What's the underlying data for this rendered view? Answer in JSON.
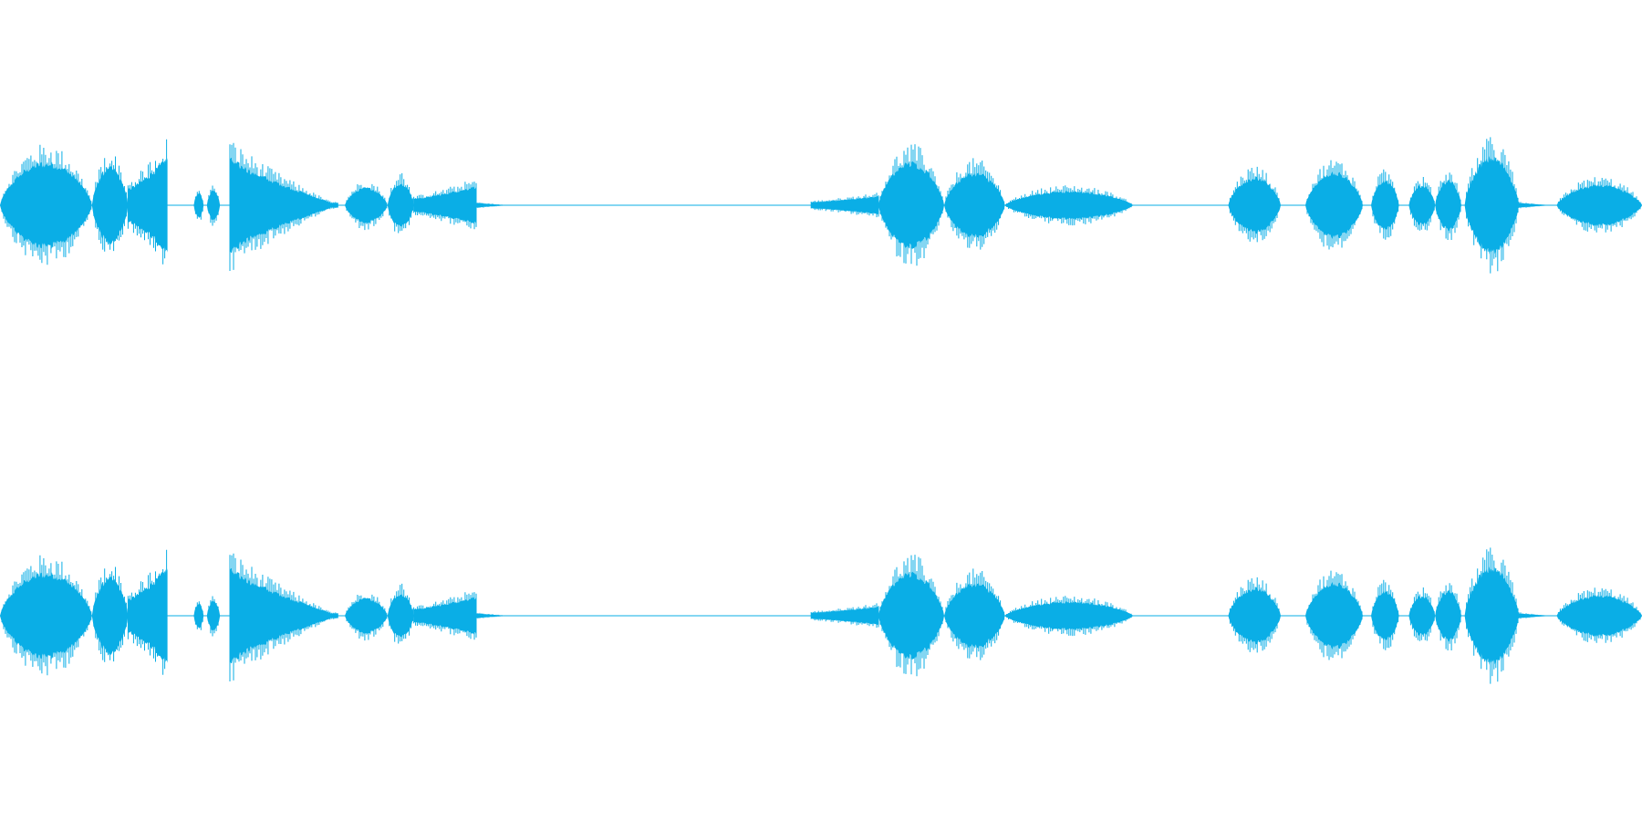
{
  "waveform": {
    "color": "#0aaee6",
    "background": "#ffffff",
    "channels": [
      {
        "id": "left"
      },
      {
        "id": "right"
      }
    ],
    "segments": [
      {
        "start": 0.0,
        "end": 0.056,
        "amp": 0.85,
        "shape": "bell"
      },
      {
        "start": 0.056,
        "end": 0.078,
        "amp": 0.75,
        "shape": "bell"
      },
      {
        "start": 0.078,
        "end": 0.102,
        "amp": 0.95,
        "shape": "rise"
      },
      {
        "start": 0.118,
        "end": 0.124,
        "amp": 0.25,
        "shape": "bell"
      },
      {
        "start": 0.126,
        "end": 0.134,
        "amp": 0.3,
        "shape": "bell"
      },
      {
        "start": 0.14,
        "end": 0.206,
        "amp": 0.95,
        "shape": "decay"
      },
      {
        "start": 0.21,
        "end": 0.236,
        "amp": 0.35,
        "shape": "bell"
      },
      {
        "start": 0.236,
        "end": 0.252,
        "amp": 0.45,
        "shape": "bell"
      },
      {
        "start": 0.252,
        "end": 0.29,
        "amp": 0.38,
        "shape": "rise"
      },
      {
        "start": 0.29,
        "end": 0.31,
        "amp": 0.05,
        "shape": "decay"
      },
      {
        "start": 0.494,
        "end": 0.535,
        "amp": 0.18,
        "shape": "rise"
      },
      {
        "start": 0.535,
        "end": 0.575,
        "amp": 0.85,
        "shape": "bell"
      },
      {
        "start": 0.575,
        "end": 0.612,
        "amp": 0.65,
        "shape": "bell"
      },
      {
        "start": 0.612,
        "end": 0.69,
        "amp": 0.28,
        "shape": "bell"
      },
      {
        "start": 0.748,
        "end": 0.78,
        "amp": 0.55,
        "shape": "bell"
      },
      {
        "start": 0.795,
        "end": 0.83,
        "amp": 0.65,
        "shape": "bell"
      },
      {
        "start": 0.835,
        "end": 0.852,
        "amp": 0.5,
        "shape": "bell"
      },
      {
        "start": 0.858,
        "end": 0.874,
        "amp": 0.4,
        "shape": "bell"
      },
      {
        "start": 0.874,
        "end": 0.89,
        "amp": 0.5,
        "shape": "bell"
      },
      {
        "start": 0.892,
        "end": 0.925,
        "amp": 0.95,
        "shape": "bell"
      },
      {
        "start": 0.925,
        "end": 0.945,
        "amp": 0.05,
        "shape": "decay"
      },
      {
        "start": 0.948,
        "end": 1.0,
        "amp": 0.4,
        "shape": "bell"
      }
    ]
  }
}
